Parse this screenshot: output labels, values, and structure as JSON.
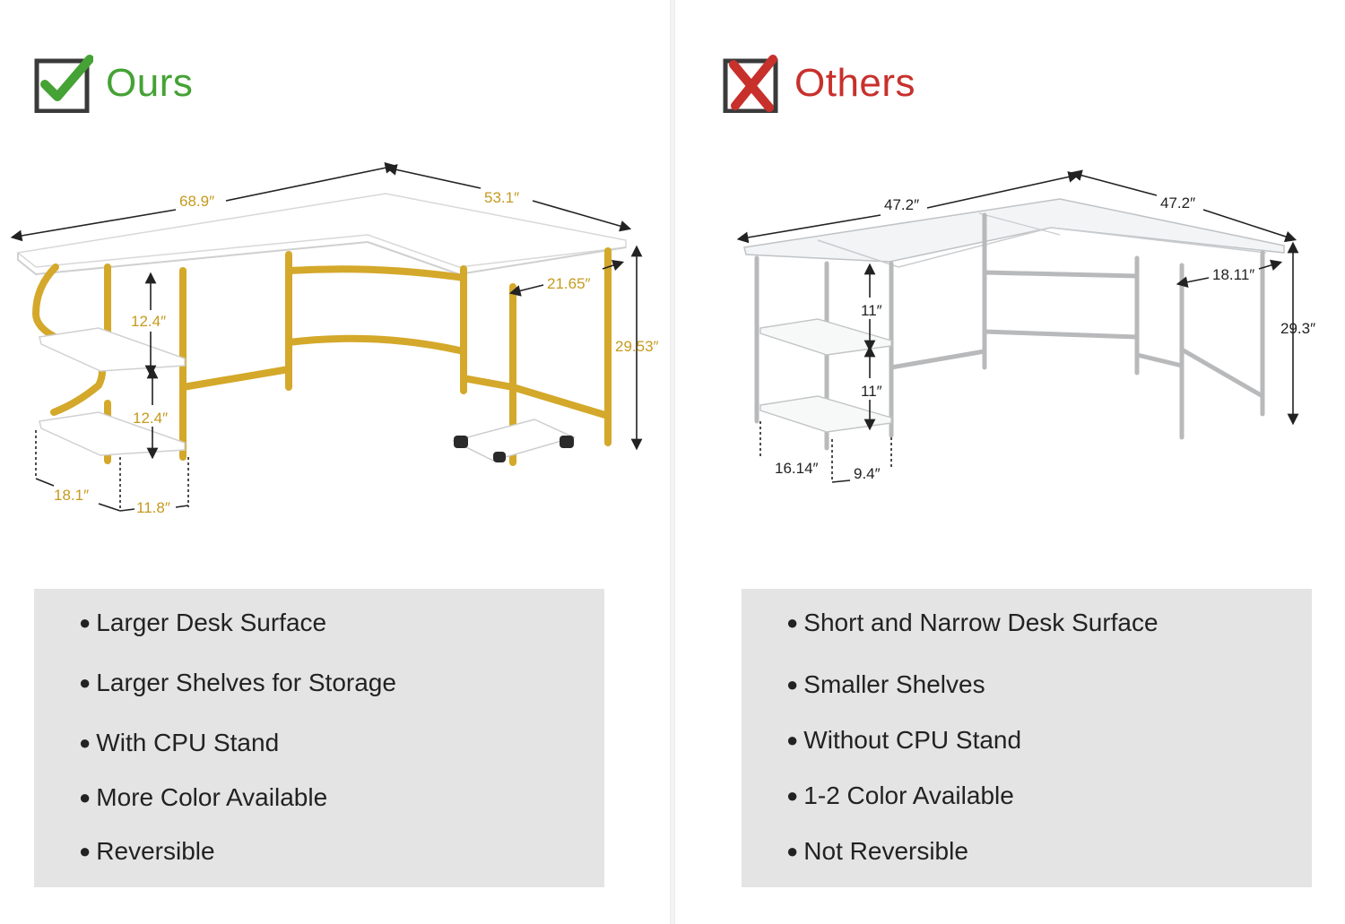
{
  "ours": {
    "title": "Ours",
    "title_color": "#45a235",
    "dim_color": "#c59a1e",
    "icon": "check-icon",
    "dimensions": {
      "top_left_length": "68.9″",
      "top_right_length": "53.1″",
      "desk_depth": "21.65″",
      "desk_height": "29.53″",
      "shelf_upper_gap": "12.4″",
      "shelf_lower_gap": "12.4″",
      "shelf_depth": "18.1″",
      "shelf_width": "11.8″"
    },
    "features": [
      "Larger Desk Surface",
      "Larger Shelves for Storage",
      "With CPU Stand",
      "More Color Available",
      "Reversible"
    ]
  },
  "others": {
    "title": "Others",
    "title_color": "#c8302c",
    "dim_color": "#222222",
    "icon": "cross-icon",
    "dimensions": {
      "top_left_length": "47.2″",
      "top_right_length": "47.2″",
      "desk_depth": "18.11″",
      "desk_height": "29.3″",
      "shelf_upper_gap": "11″",
      "shelf_lower_gap": "11″",
      "shelf_depth": "16.14″",
      "shelf_width": "9.4″"
    },
    "features": [
      "Short and Narrow Desk Surface",
      "Smaller Shelves",
      "Without CPU Stand",
      "1-2 Color Available",
      "Not Reversible"
    ]
  }
}
